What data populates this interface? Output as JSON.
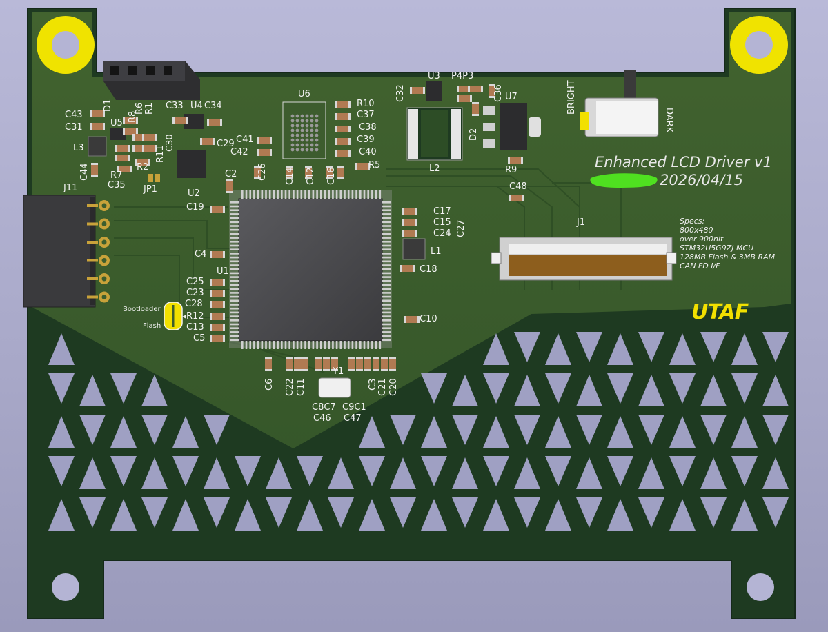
{
  "board": {
    "title": "Enhanced LCD Driver v1",
    "date": "2026/04/15",
    "logo_text": "UTAF",
    "specs_heading": "Specs:",
    "specs": [
      "800x480",
      "over 900nit",
      "STM32U5G9ZJ MCU",
      "128MB Flash & 3MB RAM",
      "CAN FD I/F"
    ],
    "labels": {
      "bright": "BRIGHT",
      "dark": "DARK",
      "bootloader": "Bootloader",
      "flash": "Flash"
    },
    "connectors": {
      "j1": "J1",
      "j11": "J11"
    },
    "ics": {
      "u1": "U1",
      "u2": "U2",
      "u4": "U4",
      "u5": "U5",
      "u6": "U6",
      "u7": "U7",
      "u3": "U3",
      "y1": "Y1"
    },
    "refs": {
      "c43": "C43",
      "c31": "C31",
      "d1": "D1",
      "l3": "L3",
      "c44": "C44",
      "r7": "R7",
      "c35": "C35",
      "r8": "R8",
      "r6": "R6",
      "r1": "R1",
      "r2": "R2",
      "r11": "R11",
      "jp1": "JP1",
      "c33": "C33",
      "c34": "C34",
      "c30": "C30",
      "c29": "C29",
      "c41": "C41",
      "c42": "C42",
      "c2": "C2",
      "c26": "C26",
      "c19": "C19",
      "c4": "C4",
      "c25": "C25",
      "c23": "C23",
      "c28": "C28",
      "r12": "R12",
      "c13": "C13",
      "c5": "C5",
      "r10": "R10",
      "c37": "C37",
      "c38": "C38",
      "c39": "C39",
      "c40": "C40",
      "r5": "R5",
      "c14": "C14",
      "c12": "C12",
      "c16": "C16",
      "c32": "C32",
      "p4p3": "P4P3",
      "c36": "C36",
      "d2": "D2",
      "l2": "L2",
      "r9": "R9",
      "c48": "C48",
      "c17": "C17",
      "c15": "C15",
      "c24": "C24",
      "c27": "C27",
      "l1": "L1",
      "c18": "C18",
      "c10": "C10",
      "c6": "C6",
      "c22": "C22",
      "c11": "C11",
      "c3": "C3",
      "c21": "C21",
      "c20": "C20",
      "c8c7": "C8C7",
      "c9c1": "C9C1",
      "c46": "C46",
      "c47": "C47"
    }
  },
  "colors": {
    "pcb_green": "#3d5e2e",
    "pcb_edge": "#1f3a22",
    "silkscreen": "#f3f3f3",
    "copper_pad": "#c8a23a",
    "mounting_ring": "#f0e300",
    "logo_yellow": "#f2e000",
    "highlight_green": "#4fe020",
    "background": "#b0b0d0"
  }
}
